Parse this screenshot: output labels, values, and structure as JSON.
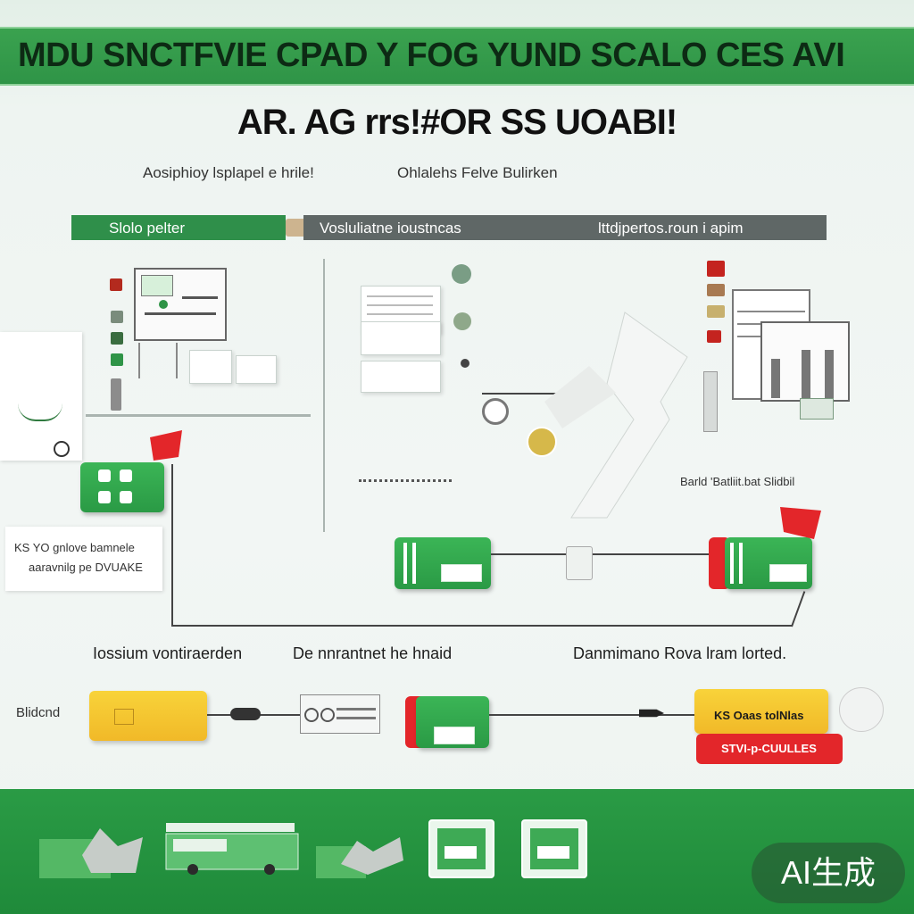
{
  "header": {
    "title": "MDU SNCTFVIE CPAD  Y FOG  YUND SCALO CES AVI"
  },
  "subtitle": "AR. AG rrs!#OR SS UOABI!",
  "captions": {
    "left": "Aosiphioy lsplapel e hrile!",
    "right": "Ohlalehs Felve Bulirken"
  },
  "bars": {
    "left": "Slolo pelter",
    "middle_a": "Vosluliatne ioustncas",
    "middle_b": "lttdjpertos.roun i apim"
  },
  "labels": {
    "mid_right": "Barld 'Batliit.bat Slidbil",
    "side_note_1": "KS YO gnlove bamnele",
    "side_note_2": "aaravnilg pe DVUAKE",
    "bottom_1": "Iossium vontiraerden",
    "bottom_2": "De nnrantnet he hnaid",
    "bottom_3": "Danmimano Rova lram lorted.",
    "bottom_left": "Blidcnd",
    "yellow_right": "KS Oaas tolNlas",
    "red_right": "STVI-p-CUULLES"
  },
  "badge": "AI生成",
  "colors": {
    "green": "#2f9447",
    "red": "#e3262a",
    "yellow": "#f5c72f",
    "gray": "#5f6766"
  },
  "icons": [
    "truck-icon",
    "horse-icon",
    "cart-icon",
    "box-icon",
    "flag-icon",
    "printer-icon"
  ]
}
